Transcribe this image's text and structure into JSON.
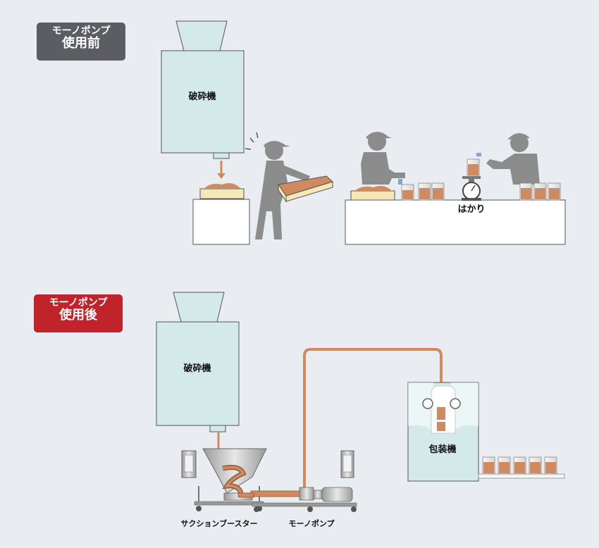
{
  "before": {
    "badge_line1": "モーノポンプ",
    "badge_line2": "使用前",
    "crusher_label": "破砕機",
    "scale_label": "はかり"
  },
  "after": {
    "badge_line1": "モーノポンプ",
    "badge_line2": "使用後",
    "crusher_label": "破砕機",
    "packer_label": "包装機",
    "booster_label": "サクションブースター",
    "pump_label": "モーノポンプ"
  },
  "colors": {
    "background": "#e9edf1",
    "machine_fill": "#d4eaea",
    "product": "#cf8a5f",
    "pipe": "#d28a5d",
    "worker": "#8c8c8c",
    "badge_before": "#5c5d62",
    "badge_after": "#c0232a"
  }
}
